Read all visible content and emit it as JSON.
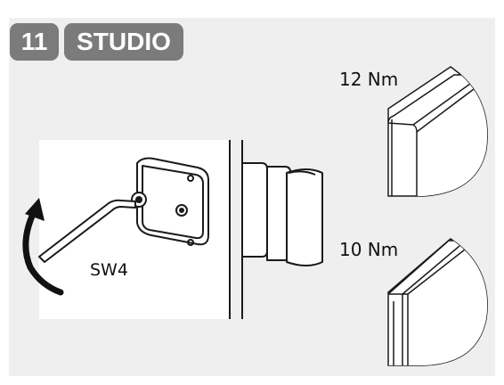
{
  "header": {
    "step_number": "11",
    "title": "STUDIO"
  },
  "labels": {
    "tool": "SW4",
    "torque_top": "12 Nm",
    "torque_bottom": "10 Nm"
  },
  "icons": {
    "rotation": "curved-arrow-icon",
    "tool": "hex-key-icon"
  },
  "colors": {
    "badge": "#7b7b7b",
    "panel": "#efefef",
    "line": "#1a1a1a"
  }
}
